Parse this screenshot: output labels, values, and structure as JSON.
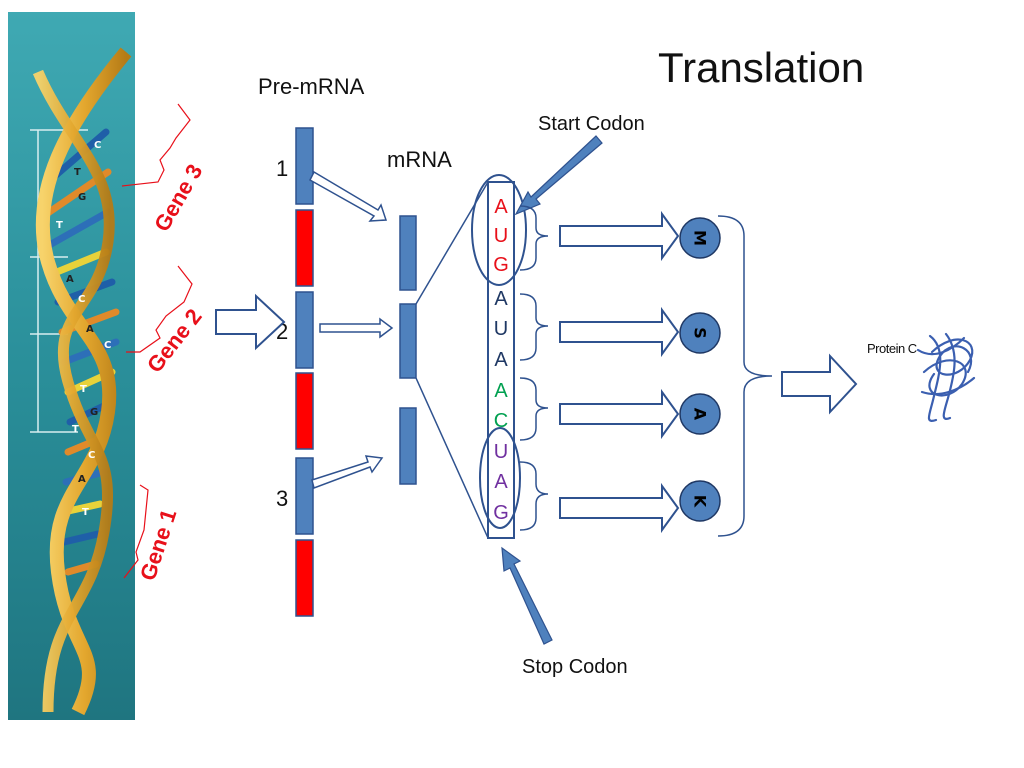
{
  "title": "Translation",
  "labels": {
    "pre_mrna": "Pre-mRNA",
    "mrna": "mRNA",
    "start_codon": "Start Codon",
    "stop_codon": "Stop Codon",
    "protein": "Protein C"
  },
  "exon_numbers": [
    "1",
    "2",
    "3"
  ],
  "genes": [
    {
      "label": "Gene 3"
    },
    {
      "label": "Gene 2"
    },
    {
      "label": "Gene 1"
    }
  ],
  "dna_letters": [
    "C",
    "T",
    "G",
    "T",
    "A",
    "C",
    "A",
    "C",
    "T",
    "G",
    "T",
    "C",
    "A",
    "T"
  ],
  "codon_bases": [
    {
      "base": "A",
      "color": "#e8101a"
    },
    {
      "base": "U",
      "color": "#e8101a"
    },
    {
      "base": "G",
      "color": "#e8101a"
    },
    {
      "base": "A",
      "color": "#1f3864"
    },
    {
      "base": "U",
      "color": "#1f3864"
    },
    {
      "base": "A",
      "color": "#1f3864"
    },
    {
      "base": "A",
      "color": "#00a050"
    },
    {
      "base": "C",
      "color": "#00a050"
    },
    {
      "base": "U",
      "color": "#7030a0"
    },
    {
      "base": "A",
      "color": "#7030a0"
    },
    {
      "base": "G",
      "color": "#7030a0"
    }
  ],
  "amino_acids": [
    "M",
    "S",
    "A",
    "K"
  ],
  "colors": {
    "exon_blue": "#4f81bd",
    "exon_border": "#2f528f",
    "intron_red": "#ff0000",
    "arrow_outline": "#2f528f",
    "gene_red": "#e8101a",
    "dna_background": "#2a8f9a"
  }
}
